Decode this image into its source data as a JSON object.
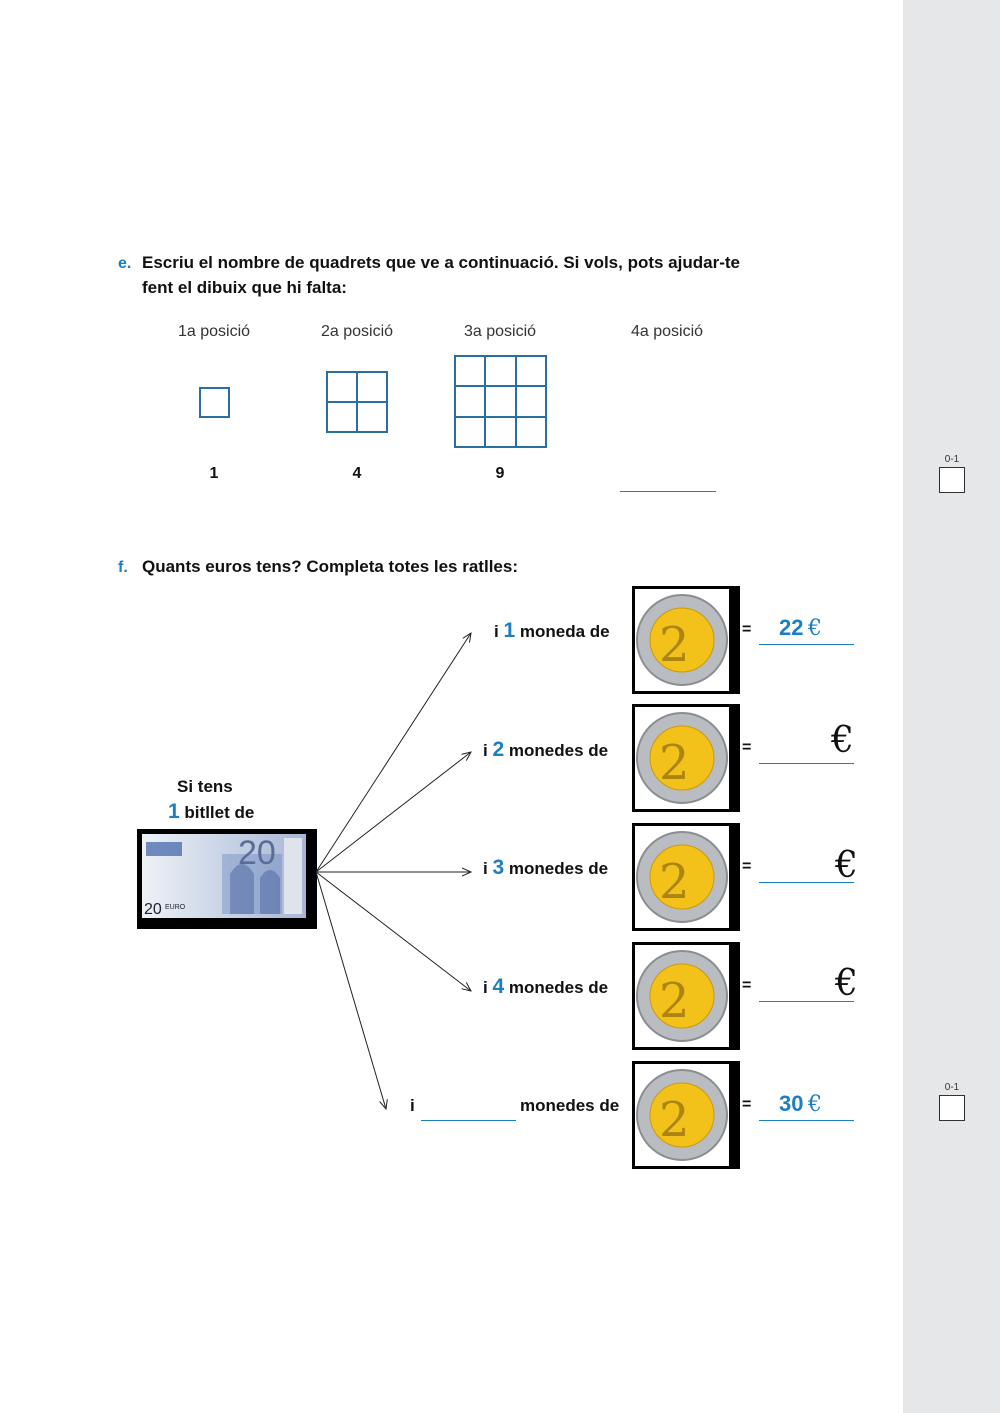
{
  "sidebar": {
    "score_label_1": "0-1",
    "score_label_2": "0-1"
  },
  "question_e": {
    "letter": "e.",
    "text_line1": "Escriu el nombre de quadrets que ve a continuació. Si vols, pots ajudar-te",
    "text_line2": "fent el dibuix que hi falta:",
    "positions": [
      {
        "label": "1a posició",
        "count": "1",
        "grid_size": 1
      },
      {
        "label": "2a posició",
        "count": "4",
        "grid_size": 2
      },
      {
        "label": "3a posició",
        "count": "9",
        "grid_size": 3
      },
      {
        "label": "4a posició",
        "count": "",
        "grid_size": 0
      }
    ]
  },
  "question_f": {
    "letter": "f.",
    "text": "Quants euros tens? Completa totes les ratlles:",
    "intro_line1": "Si tens",
    "intro_number": "1",
    "intro_line2": "bitllet de",
    "banknote_value": "20",
    "banknote_label": "EURO",
    "coin_value": "2",
    "rows": [
      {
        "prefix": "i",
        "number": "1",
        "suffix": "moneda de",
        "equals": "=",
        "result": "22",
        "euro": "€"
      },
      {
        "prefix": "i",
        "number": "2",
        "suffix": "monedes de",
        "equals": "=",
        "result": "",
        "euro": "€"
      },
      {
        "prefix": "i",
        "number": "3",
        "suffix": "monedes de",
        "equals": "=",
        "result": "",
        "euro": "€"
      },
      {
        "prefix": "i",
        "number": "4",
        "suffix": "monedes de",
        "equals": "=",
        "result": "",
        "euro": "€"
      },
      {
        "prefix": "i",
        "number": "",
        "suffix": "monedes de",
        "equals": "=",
        "result": "30",
        "euro": "€"
      }
    ]
  },
  "colors": {
    "accent": "#1b7fc1",
    "sidebar": "#e6e7e8",
    "coin_gold": "#f2c21a",
    "coin_silver": "#b9bcc0"
  }
}
